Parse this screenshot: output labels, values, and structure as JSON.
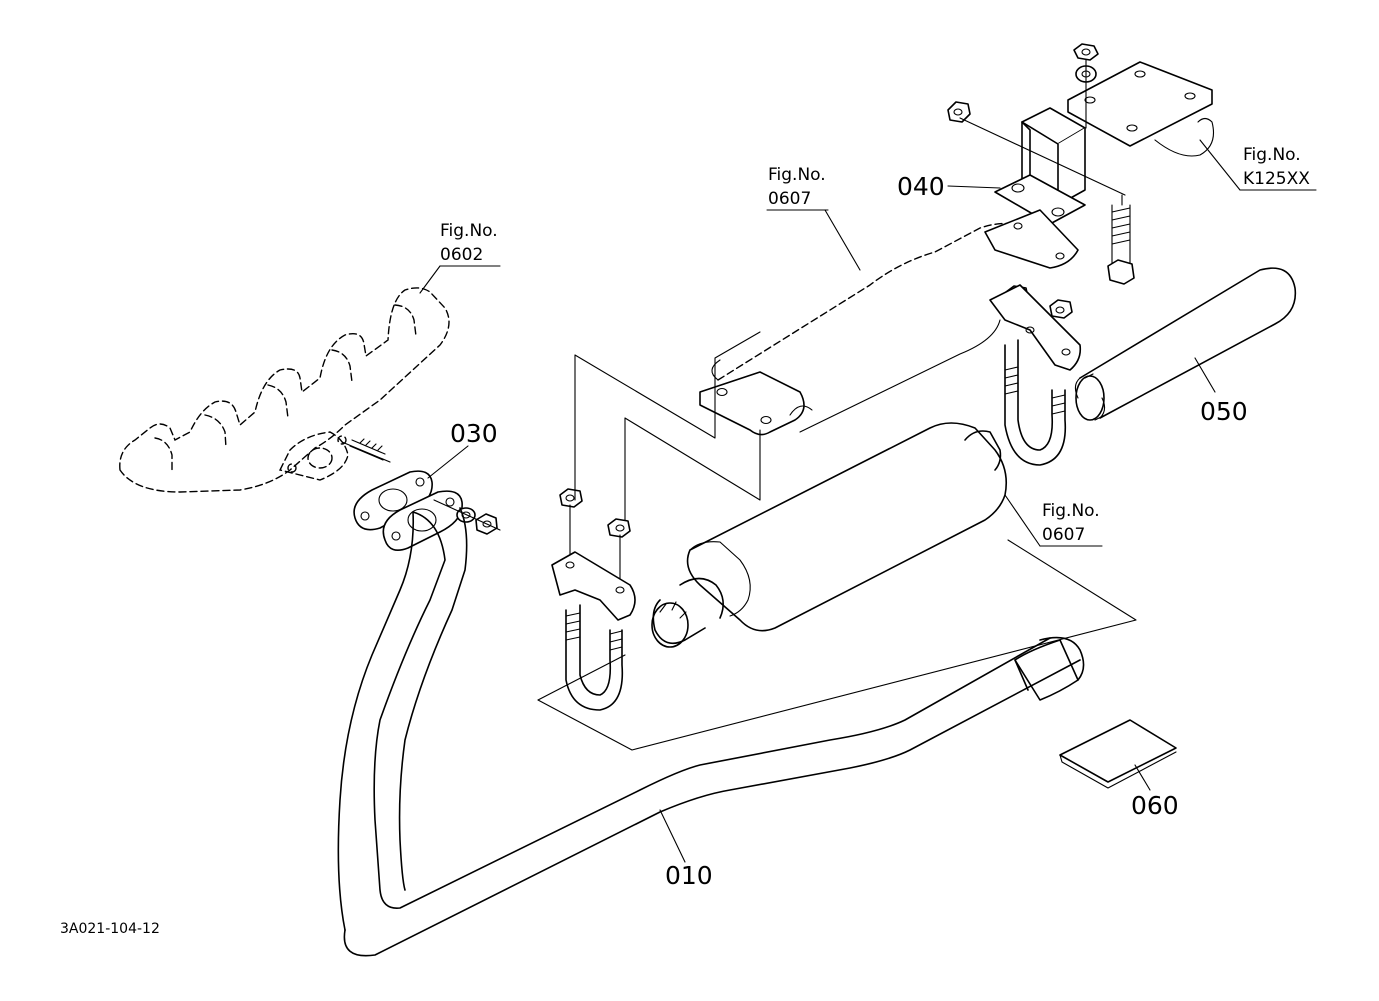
{
  "diagram": {
    "drawing_code": "3A021-104-12",
    "parts": [
      {
        "id": "part-010",
        "label": "010"
      },
      {
        "id": "part-030",
        "label": "030"
      },
      {
        "id": "part-040",
        "label": "040"
      },
      {
        "id": "part-050",
        "label": "050"
      },
      {
        "id": "part-060",
        "label": "060"
      }
    ],
    "figure_refs": [
      {
        "id": "fig-0602",
        "caption": "Fig.No.",
        "number": "0602"
      },
      {
        "id": "fig-0607-upper",
        "caption": "Fig.No.",
        "number": "0607"
      },
      {
        "id": "fig-0607-lower",
        "caption": "Fig.No.",
        "number": "0607"
      },
      {
        "id": "fig-k125xx",
        "caption": "Fig.No.",
        "number": "K125XX"
      }
    ]
  }
}
